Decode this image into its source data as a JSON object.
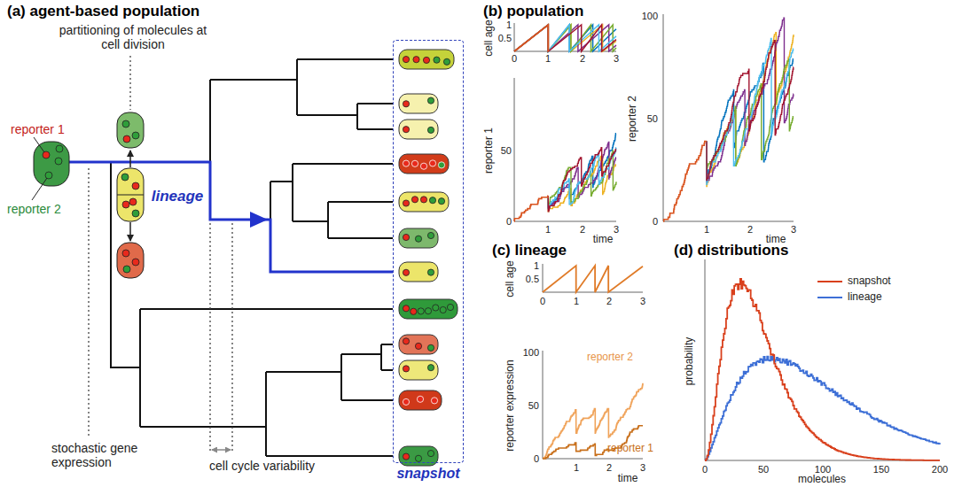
{
  "diagram": {
    "nodes": [
      {
        "text": [
          "snapshot"
        ]
      }
    ],
    "labels": [
      "(a) agent-based population",
      "partitioning of molecules at cell division",
      "reporter 1",
      "reporter 2",
      "lineage",
      "stochastic gene expression",
      "cell cycle variability",
      "(b) population",
      "cell age",
      "1",
      "0.5",
      "0",
      "1",
      "2",
      "3",
      "reporter 1",
      "50",
      "0",
      "1",
      "2",
      "3",
      "time",
      "reporter 2",
      "100",
      "50",
      "0",
      "1",
      "2",
      "3",
      "time",
      "(c) lineage",
      "cell age",
      "1",
      "0.5",
      "0",
      "1",
      "2",
      "3",
      "reporter expression",
      "100",
      "50",
      "0",
      "1",
      "2",
      "3",
      "time",
      "reporter 2",
      "reporter 1",
      "(d) distributions",
      "probability",
      "0",
      "50",
      "100",
      "150",
      "200",
      "molecules"
    ],
    "legend": [
      {
        "text": "snapshot"
      },
      {
        "text": "lineage"
      }
    ]
  }
}
